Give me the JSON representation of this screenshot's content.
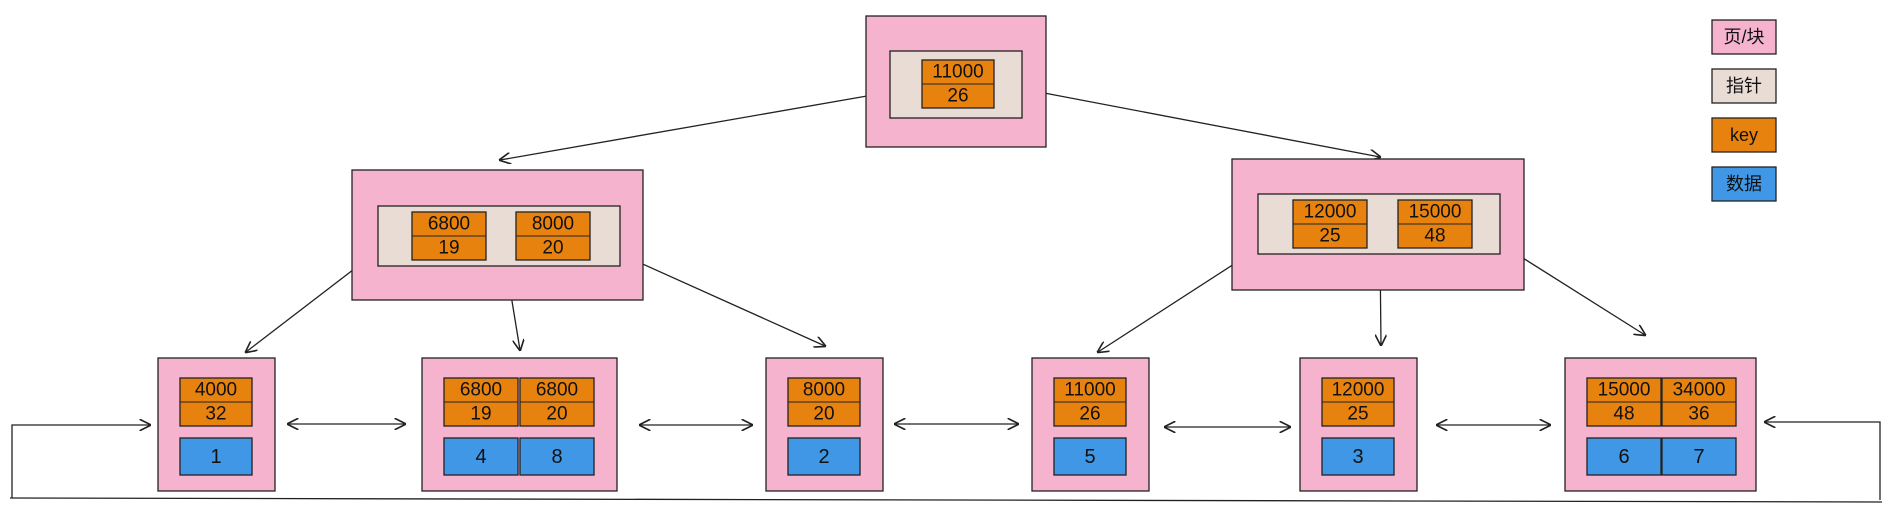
{
  "colors": {
    "page": "#f6b3cd",
    "pointer": "#e9dcd4",
    "key": "#e8820e",
    "data": "#3f97e6",
    "ink": "#222222"
  },
  "legend": [
    {
      "label": "页/块",
      "kind": "page"
    },
    {
      "label": "指针",
      "kind": "pointer"
    },
    {
      "label": "key",
      "kind": "key"
    },
    {
      "label": "数据",
      "kind": "data"
    }
  ],
  "root": {
    "keys": [
      {
        "key": "11000",
        "id": "26"
      }
    ]
  },
  "internal": [
    {
      "keys": [
        {
          "key": "6800",
          "id": "19"
        },
        {
          "key": "8000",
          "id": "20"
        }
      ]
    },
    {
      "keys": [
        {
          "key": "12000",
          "id": "25"
        },
        {
          "key": "15000",
          "id": "48"
        }
      ]
    }
  ],
  "leaves": [
    {
      "entries": [
        {
          "key": "4000",
          "id": "32",
          "data": "1"
        }
      ]
    },
    {
      "entries": [
        {
          "key": "6800",
          "id": "19",
          "data": "4"
        },
        {
          "key": "6800",
          "id": "20",
          "data": "8"
        }
      ]
    },
    {
      "entries": [
        {
          "key": "8000",
          "id": "20",
          "data": "2"
        }
      ]
    },
    {
      "entries": [
        {
          "key": "11000",
          "id": "26",
          "data": "5"
        }
      ]
    },
    {
      "entries": [
        {
          "key": "12000",
          "id": "25",
          "data": "3"
        }
      ]
    },
    {
      "entries": [
        {
          "key": "15000",
          "id": "48",
          "data": "6"
        },
        {
          "key": "34000",
          "id": "36",
          "data": "7"
        }
      ]
    }
  ]
}
